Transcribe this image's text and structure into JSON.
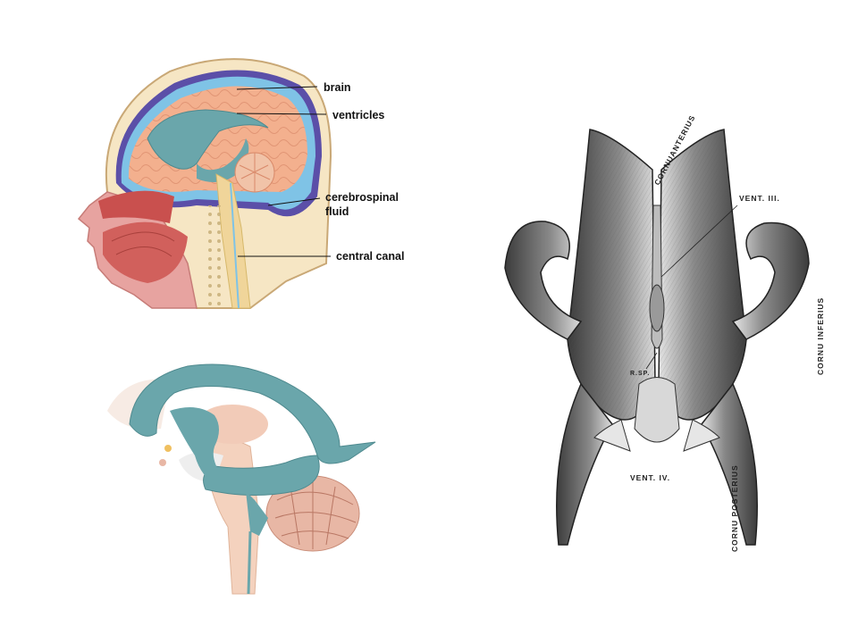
{
  "sagittal_labels": {
    "brain": "brain",
    "ventricles": "ventricles",
    "csf_line1": "cerebrospinal",
    "csf_line2": "fluid",
    "central_canal": "central canal"
  },
  "engraving_labels": {
    "cornu_anterius": "CORNUANTERIUS",
    "vent_iii": "VENT. III.",
    "cornu_inferius": "CORNU INFERIUS",
    "r_sp": "R.SP.",
    "vent_iv": "VENT. IV.",
    "cornu_posterius": "CORNU POSTERIUS"
  },
  "colors": {
    "ventricle_teal": "#6aa6ab",
    "brain_peach": "#f3b08e",
    "csf_blue": "#7fc3e6",
    "dura_purple": "#5b4fa8",
    "engraving_gray": "#8a8a8a"
  }
}
